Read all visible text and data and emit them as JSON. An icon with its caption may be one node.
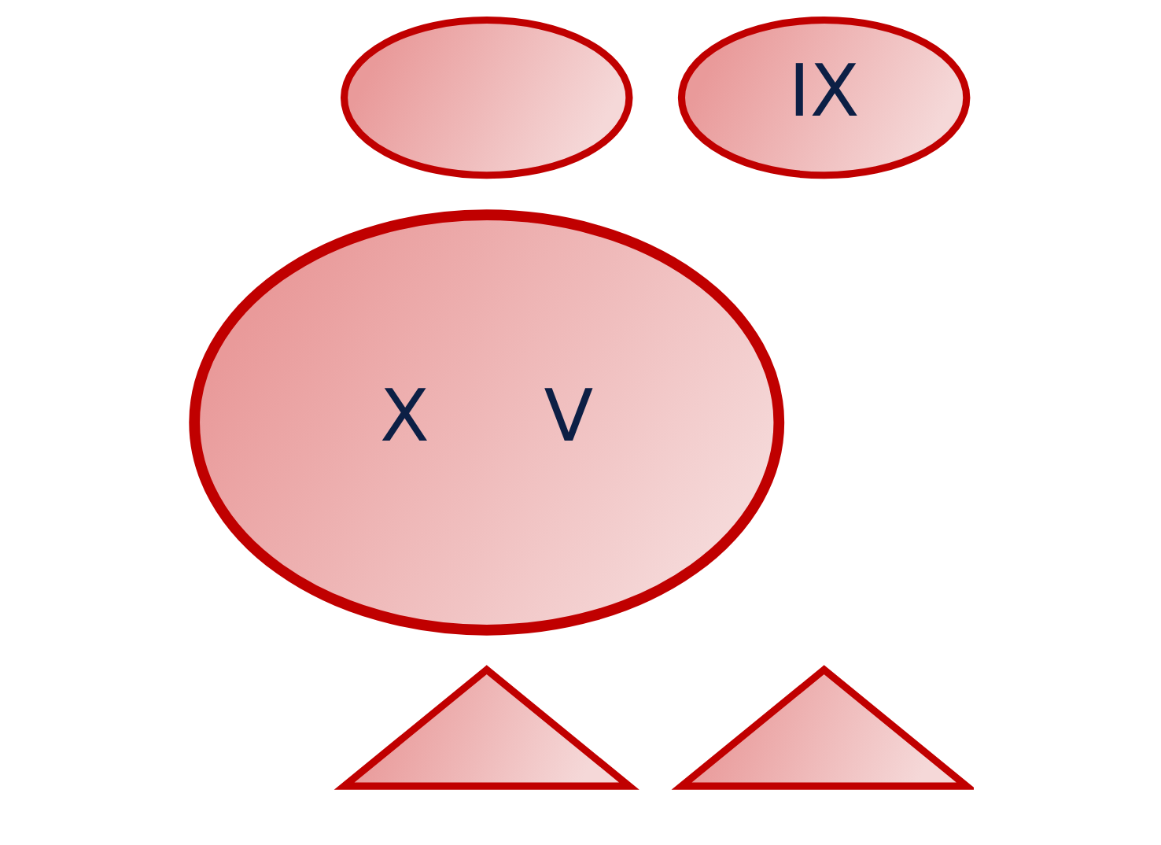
{
  "diagram": {
    "nodes": [
      {
        "text": [],
        "shape": "ellipse"
      },
      {
        "text": [
          "IX"
        ]
      },
      {
        "text": [
          "X",
          "V"
        ]
      },
      {
        "text": [],
        "shape": "triangle"
      },
      {
        "text": [],
        "shape": "triangle"
      }
    ]
  }
}
